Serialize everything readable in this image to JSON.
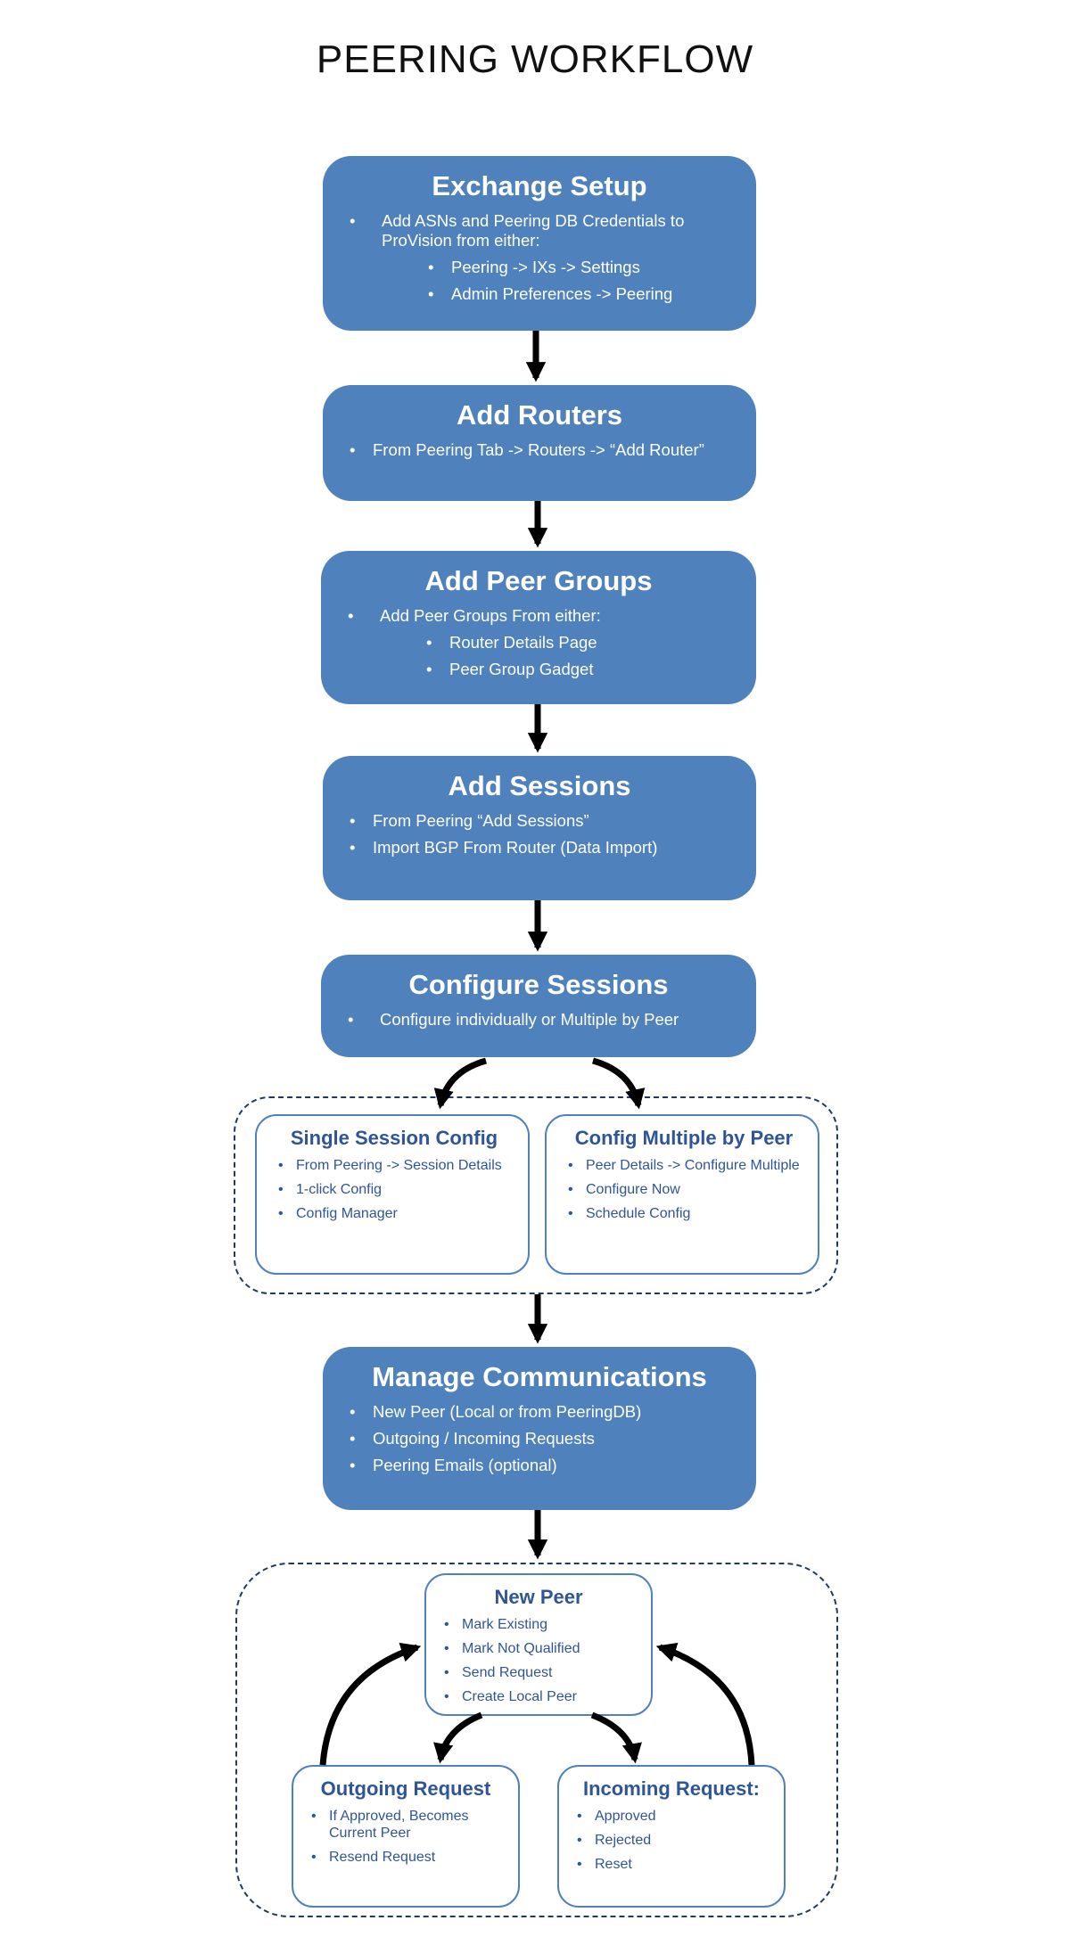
{
  "title": "PEERING WORKFLOW",
  "steps": {
    "exchange_setup": {
      "heading": "Exchange Setup",
      "bullet1": "Add ASNs and Peering DB Credentials to ProVision from either:",
      "sub1": "Peering -> IXs -> Settings",
      "sub2": "Admin Preferences -> Peering"
    },
    "add_routers": {
      "heading": "Add Routers",
      "bullet1": "From Peering Tab -> Routers -> “Add Router”"
    },
    "add_peer_groups": {
      "heading": "Add Peer Groups",
      "bullet1": "Add Peer Groups From either:",
      "sub1": "Router Details Page",
      "sub2": "Peer Group Gadget"
    },
    "add_sessions": {
      "heading": "Add Sessions",
      "bullet1": "From  Peering “Add Sessions”",
      "bullet2": "Import BGP From Router (Data Import)"
    },
    "configure_sessions": {
      "heading": "Configure Sessions",
      "bullet1": "Configure individually or Multiple by Peer"
    },
    "manage_communications": {
      "heading": "Manage Communications",
      "bullet1": "New Peer (Local or from PeeringDB)",
      "bullet2": "Outgoing / Incoming Requests",
      "bullet3": "Peering Emails (optional)"
    }
  },
  "config_options": {
    "single": {
      "heading": "Single Session Config",
      "items": [
        "From Peering -> Session Details",
        "1-click Config",
        "Config Manager"
      ]
    },
    "multiple": {
      "heading": "Config Multiple by Peer",
      "items": [
        "Peer Details -> Configure Multiple",
        "Configure Now",
        "Schedule Config"
      ]
    }
  },
  "communications": {
    "new_peer": {
      "heading": "New Peer",
      "items": [
        "Mark Existing",
        "Mark Not Qualified",
        "Send Request",
        "Create Local Peer"
      ]
    },
    "outgoing": {
      "heading": "Outgoing Request",
      "items": [
        "If Approved, Becomes Current Peer",
        "Resend Request"
      ]
    },
    "incoming": {
      "heading": "Incoming Request:",
      "items": [
        "Approved",
        "Rejected",
        "Reset"
      ]
    }
  },
  "colors": {
    "step_fill": "#4f81bd",
    "card_border": "#4f81bd",
    "card_text": "#2f5597",
    "dashed_border": "#1f3864",
    "arrow": "#000000"
  }
}
